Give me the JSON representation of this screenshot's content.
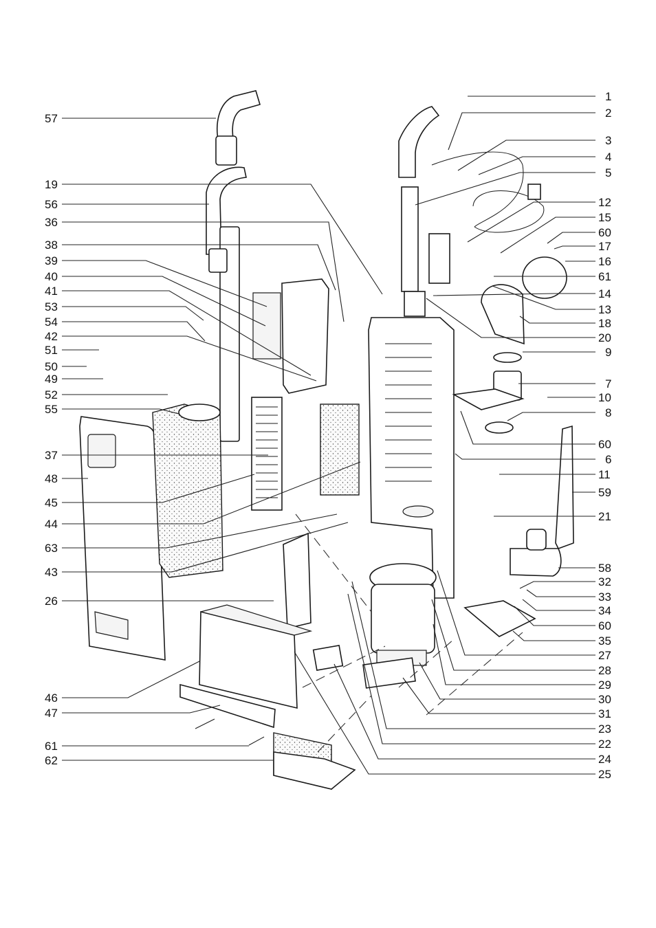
{
  "labels_left": [
    "57",
    "19",
    "56",
    "36",
    "38",
    "39",
    "40",
    "41",
    "53",
    "54",
    "42",
    "51",
    "50",
    "49",
    "52",
    "55",
    "37",
    "48",
    "45",
    "44",
    "63",
    "43",
    "26",
    "46",
    "47",
    "61",
    "62"
  ],
  "labels_right": [
    "1",
    "2",
    "3",
    "4",
    "5",
    "12",
    "15",
    "60",
    "17",
    "16",
    "61",
    "14",
    "13",
    "18",
    "20",
    "9",
    "7",
    "10",
    "8",
    "60",
    "6",
    "11",
    "59",
    "21",
    "58",
    "32",
    "33",
    "34",
    "60",
    "35",
    "27",
    "28",
    "29",
    "30",
    "31",
    "23",
    "22",
    "24",
    "25"
  ]
}
